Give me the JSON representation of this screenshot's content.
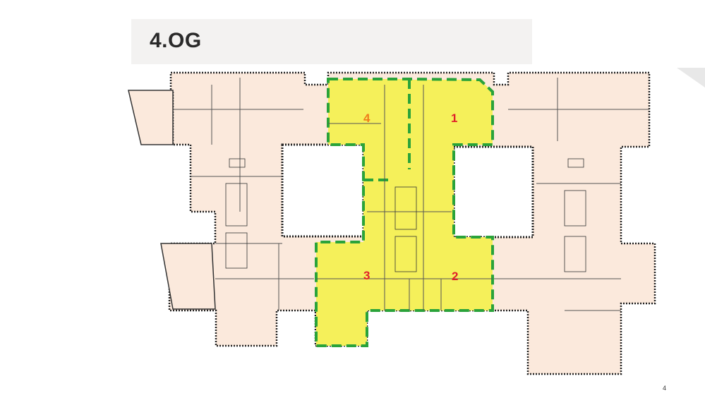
{
  "slide": {
    "title": "4.OG",
    "page_number": "4"
  },
  "floor_plan": {
    "zones": [
      {
        "label": "1",
        "color": "#e0202a"
      },
      {
        "label": "2",
        "color": "#e0202a"
      },
      {
        "label": "3",
        "color": "#e0202a"
      },
      {
        "label": "4",
        "color": "#f07c1a"
      }
    ],
    "colors": {
      "building_fill": "#fbe9dc",
      "highlight_fill": "#f5f05a",
      "wall": "#333333",
      "zone_border": "#2aa33a"
    }
  }
}
